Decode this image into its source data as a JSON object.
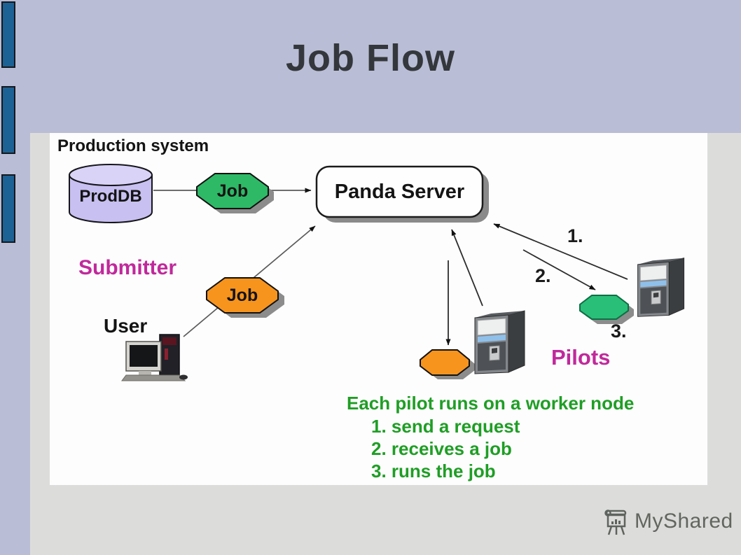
{
  "slide": {
    "title": "Job Flow"
  },
  "diagram": {
    "production_system": "Production system",
    "proddb": "ProdDB",
    "job_production": "Job",
    "panda_server": "Panda Server",
    "submitter": "Submitter",
    "job_user": "Job",
    "user": "User",
    "pilots": "Pilots",
    "step_1": "1.",
    "step_2": "2.",
    "step_3": "3.",
    "note_title": "Each pilot runs on a worker node",
    "note_steps": [
      "1. send a request",
      "2. receives a job",
      "3. runs the job"
    ]
  },
  "watermark": {
    "brand": "MyShared"
  },
  "colors": {
    "slide_background": "#b9bdd5",
    "page_background": "#dcdddb",
    "accent_bar_blue": "#1d6295",
    "job_green": "#2eb966",
    "job_orange": "#f7941e",
    "pilot_green": "#2abf78",
    "pilot_orange": "#f7941e",
    "magenta_label": "#c0299b",
    "note_green": "#1f9e25",
    "database_purple": "#c7c0f0"
  }
}
